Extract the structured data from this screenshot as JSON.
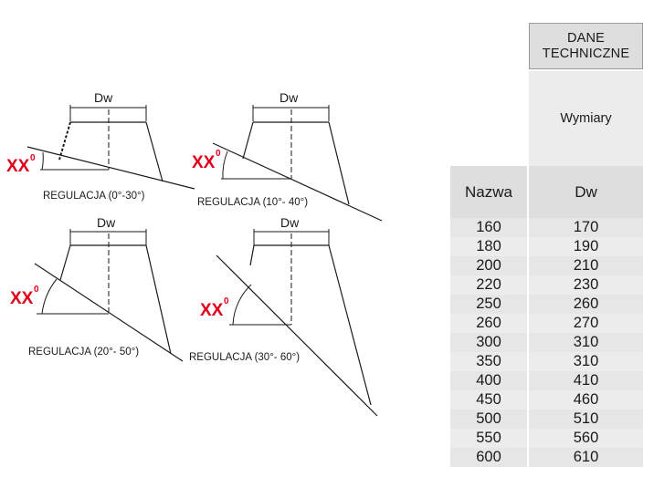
{
  "diagrams": [
    {
      "dw_label": "Dw",
      "angle_label": "XX",
      "angle_sup": "0",
      "regulation": "REGULACJA (0°-30°)"
    },
    {
      "dw_label": "Dw",
      "angle_label": "XX",
      "angle_sup": "0",
      "regulation": "REGULACJA (10°- 40°)"
    },
    {
      "dw_label": "Dw",
      "angle_label": "XX",
      "angle_sup": "0",
      "regulation": "REGULACJA (20°- 50°)"
    },
    {
      "dw_label": "Dw",
      "angle_label": "XX",
      "angle_sup": "0",
      "regulation": "REGULACJA (30°- 60°)"
    }
  ],
  "table": {
    "header_top": "DANE TECHNICZNE",
    "header_dimensions": "Wymiary",
    "col_name": "Nazwa",
    "col_dw": "Dw",
    "rows": [
      {
        "nazwa": "160",
        "dw": "170"
      },
      {
        "nazwa": "180",
        "dw": "190"
      },
      {
        "nazwa": "200",
        "dw": "210"
      },
      {
        "nazwa": "220",
        "dw": "230"
      },
      {
        "nazwa": "250",
        "dw": "260"
      },
      {
        "nazwa": "260",
        "dw": "270"
      },
      {
        "nazwa": "300",
        "dw": "310"
      },
      {
        "nazwa": "350",
        "dw": "310"
      },
      {
        "nazwa": "400",
        "dw": "410"
      },
      {
        "nazwa": "450",
        "dw": "460"
      },
      {
        "nazwa": "500",
        "dw": "510"
      },
      {
        "nazwa": "550",
        "dw": "560"
      },
      {
        "nazwa": "600",
        "dw": "610"
      }
    ]
  },
  "colors": {
    "accent_red": "#e0001b",
    "line": "#1a1a1a",
    "table_header": "#dedede",
    "table_cell": "#ececec"
  }
}
